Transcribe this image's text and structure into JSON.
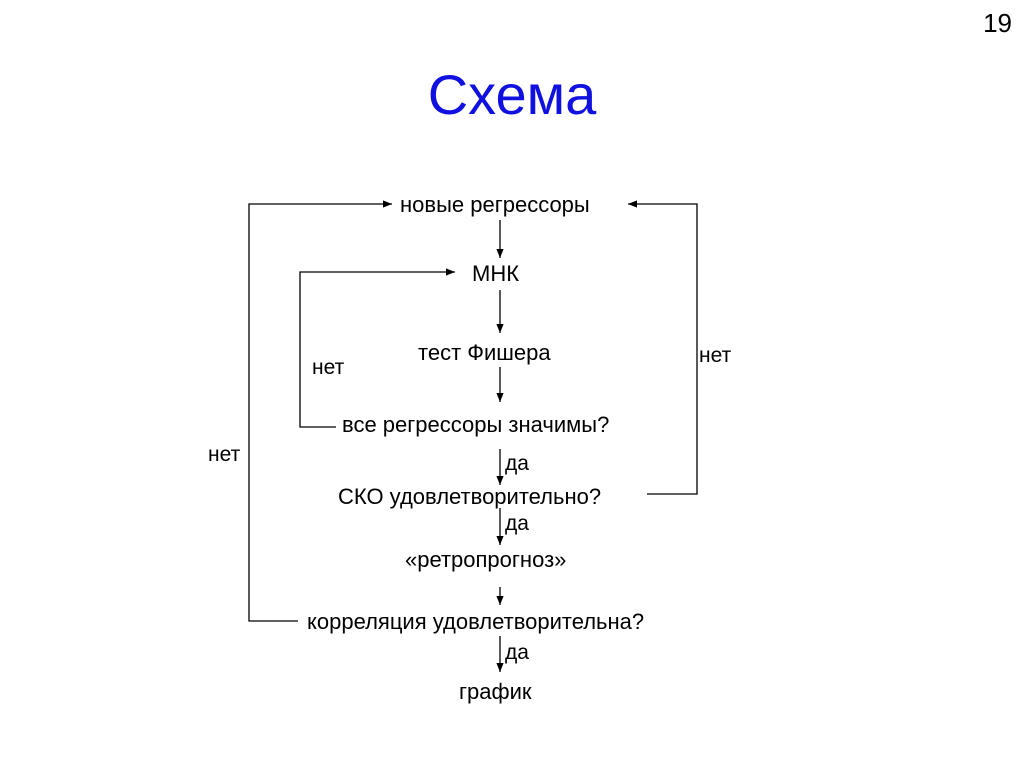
{
  "slide": {
    "number": "19",
    "title": "Схема"
  },
  "nodes": {
    "new_regressors": "новые регрессоры",
    "ols": "МНК",
    "fisher_test": "тест Фишера",
    "all_significant": "все регрессоры значимы?",
    "rmse_ok": "СКО удовлетворительно?",
    "backtest": "«ретропрогноз»",
    "correlation_ok": "корреляция удовлетворительна?",
    "chart": "график"
  },
  "labels": {
    "no_all_significant": "нет",
    "no_correlation": "нет",
    "no_rmse": "нет",
    "yes_all_significant": "да",
    "yes_rmse": "да",
    "yes_correlation": "да"
  },
  "colors": {
    "title": "#1010e0",
    "line": "#000000"
  }
}
